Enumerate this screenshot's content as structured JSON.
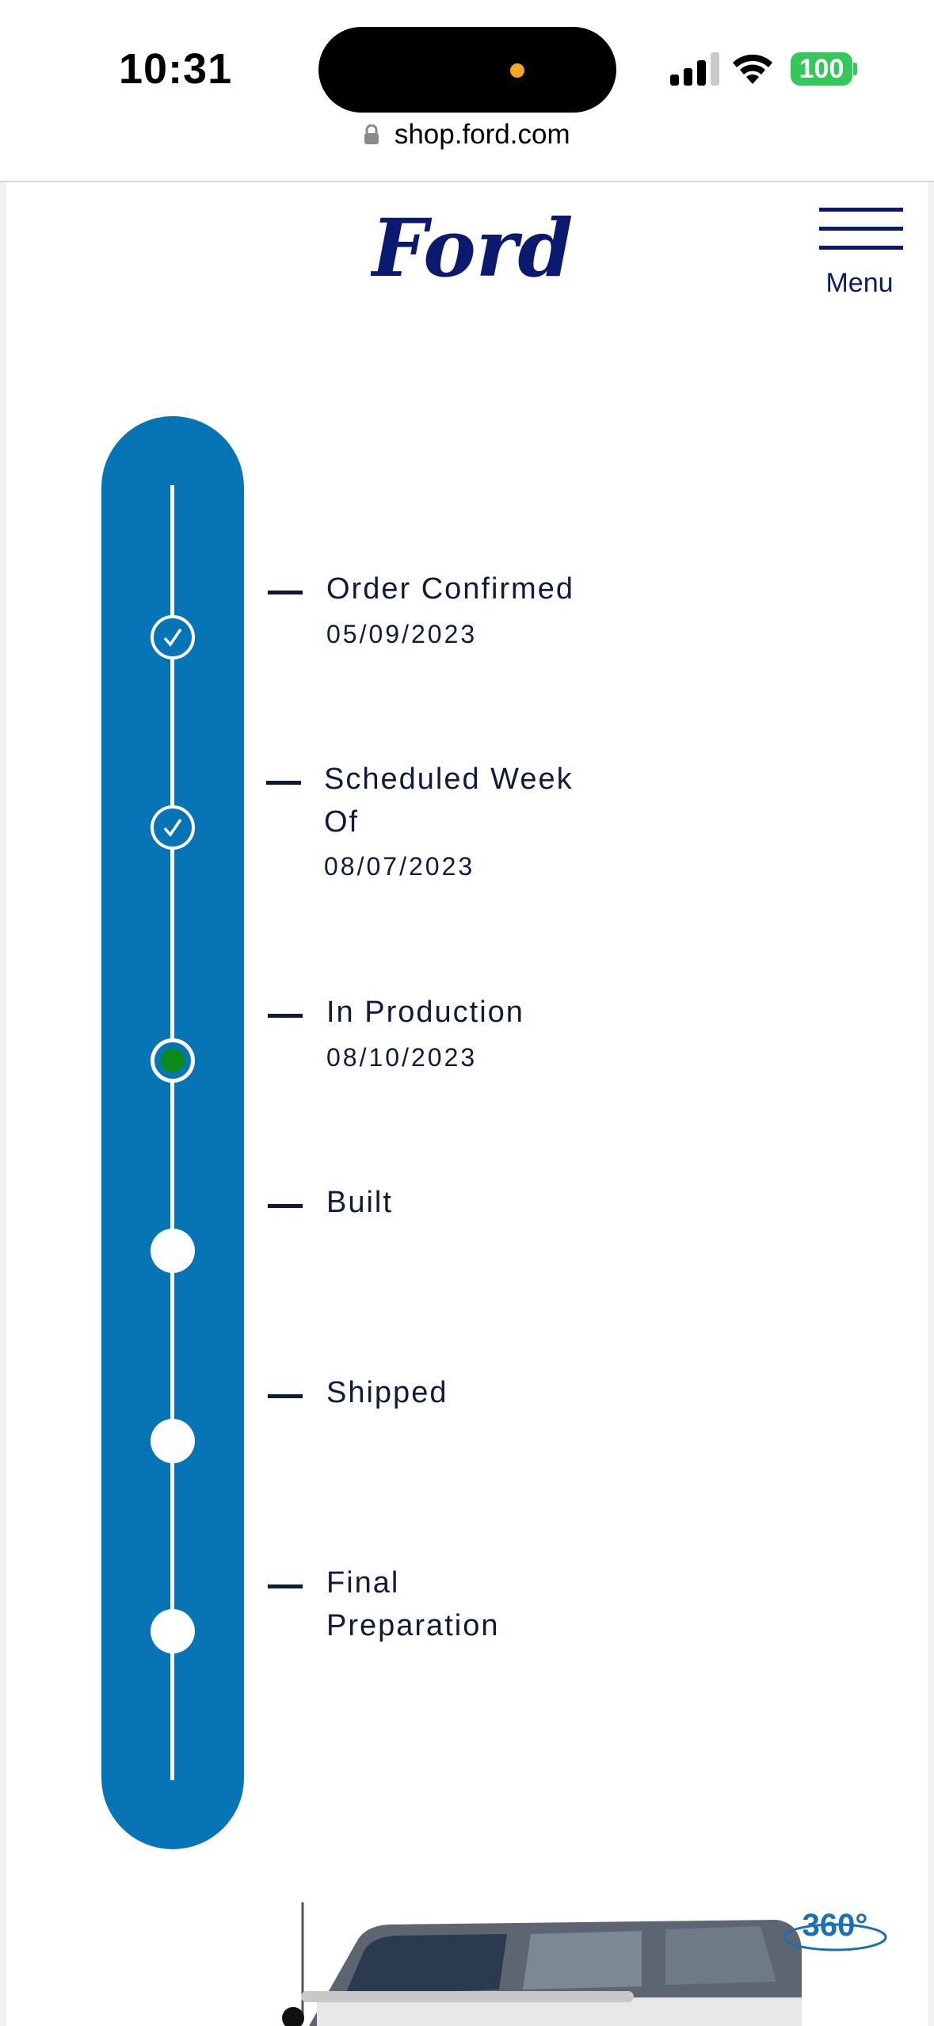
{
  "status_bar": {
    "time": "10:31",
    "battery": "100"
  },
  "browser": {
    "url": "shop.ford.com"
  },
  "header": {
    "logo": "Ford",
    "menu_label": "Menu"
  },
  "tracker": {
    "steps": [
      {
        "label": "Order Confirmed",
        "date": "05/09/2023",
        "status": "done"
      },
      {
        "label": "Scheduled Week Of",
        "date": "08/07/2023",
        "status": "done"
      },
      {
        "label": "In Production",
        "date": "08/10/2023",
        "status": "current"
      },
      {
        "label": "Built",
        "date": "",
        "status": "pending"
      },
      {
        "label": "Shipped",
        "date": "",
        "status": "pending"
      },
      {
        "label": "Final Preparation",
        "date": "",
        "status": "pending"
      }
    ]
  },
  "vehicle": {
    "badge": "360°"
  },
  "colors": {
    "tracker_blue": "#0775b5",
    "current_green": "#0a8a18",
    "ford_navy": "#0b1a6e",
    "text": "#101b3a"
  }
}
